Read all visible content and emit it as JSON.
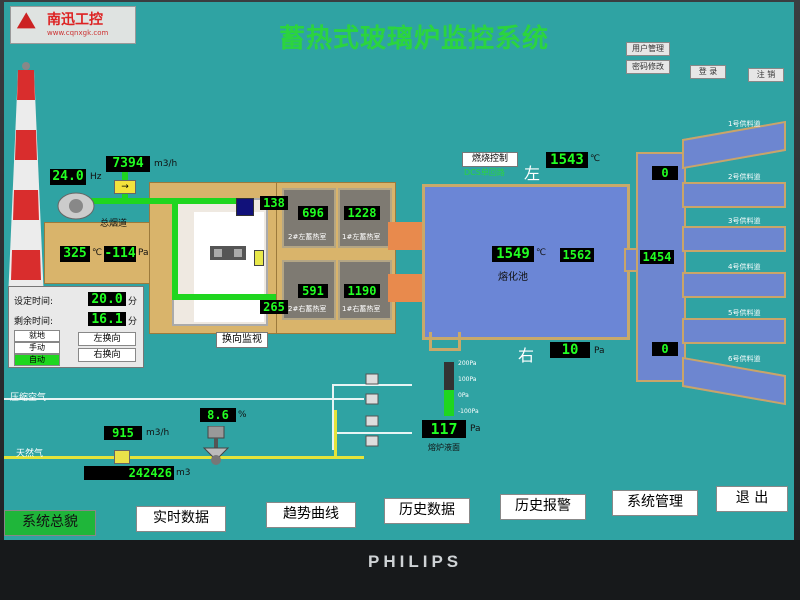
{
  "window": {
    "title": "蓄热式玻璃炉监控系统",
    "logo_company": "南迅工控",
    "logo_url": "www.cqnxgk.com",
    "top_buttons": {
      "user_mgmt": "用户管理",
      "password": "密码修改",
      "login": "登 录",
      "logout": "注 销"
    }
  },
  "readouts": {
    "freq": {
      "value": "24.0",
      "unit": "Hz"
    },
    "flow_top": {
      "value": "7394",
      "unit": "m3/h"
    },
    "main_flue": {
      "label": "总烟道"
    },
    "flue_temp": {
      "value": "325",
      "unit": "℃"
    },
    "flue_pressure": {
      "value": "-114",
      "unit": "Pa"
    },
    "t138": {
      "value": "138"
    },
    "t696": {
      "value": "696"
    },
    "t1228": {
      "value": "1228"
    },
    "t591": {
      "value": "591"
    },
    "t1190": {
      "value": "1190"
    },
    "t265": {
      "value": "265"
    },
    "left_temp": {
      "value": "1543",
      "unit": "℃"
    },
    "pool_temp": {
      "value": "1549",
      "unit": "℃"
    },
    "pool_r": {
      "value": "1562"
    },
    "right_pressure": {
      "value": "10",
      "unit": "Pa"
    },
    "melter_temp": {
      "value": "1454"
    },
    "feed_top": {
      "value": "0"
    },
    "feed_bottom": {
      "value": "0"
    },
    "gas_flow": {
      "value": "915",
      "unit": "m3/h"
    },
    "valve_pct": {
      "value": "8.6",
      "unit": "%"
    },
    "gas_total": {
      "value": "242426",
      "unit": "m3"
    },
    "pit_pressure": {
      "value": "117",
      "unit": "Pa"
    }
  },
  "labels": {
    "regen_left2": "2#左蓄热室",
    "regen_left1": "1#左蓄热室",
    "regen_right2": "2#右蓄热室",
    "regen_right1": "1#右蓄热室",
    "pool": "熔化池",
    "left": "左",
    "right": "右",
    "combustion": "燃烧控制",
    "dcs": "DCS单回路",
    "reverse_monitor": "换向监视",
    "compressed_air": "压缩空气",
    "natural_gas": "天然气",
    "pit_level": "熔炉液面",
    "scale_200": "200Pa",
    "scale_100": "100Pa",
    "scale_0": "0Pa",
    "scale_m100": "-100Pa"
  },
  "feeders": [
    "1号供料道",
    "2号供料道",
    "3号供料道",
    "4号供料道",
    "5号供料道",
    "6号供料道"
  ],
  "control_panel": {
    "set_time_label": "设定时间:",
    "set_time_value": "20.0",
    "set_time_unit": "分",
    "remain_label": "剩余时间:",
    "remain_value": "16.1",
    "remain_unit": "分",
    "mode_local": "就地",
    "mode_manual": "手动",
    "mode_auto": "自动",
    "left_reverse": "左换向",
    "right_reverse": "右换向"
  },
  "nav": {
    "overview": "系统总貌",
    "realtime": "实时数据",
    "trend": "趋势曲线",
    "history": "历史数据",
    "alarm": "历史报警",
    "sysmgmt": "系统管理",
    "exit": "退 出"
  },
  "monitor": {
    "brand": "PHILIPS"
  },
  "colors": {
    "background": "#2fa3a3",
    "title": "#2bd43f",
    "digit": "#22ff22",
    "pipe": "#1fd61f",
    "pool": "#6b86d6",
    "brick": "#d9b46b"
  }
}
